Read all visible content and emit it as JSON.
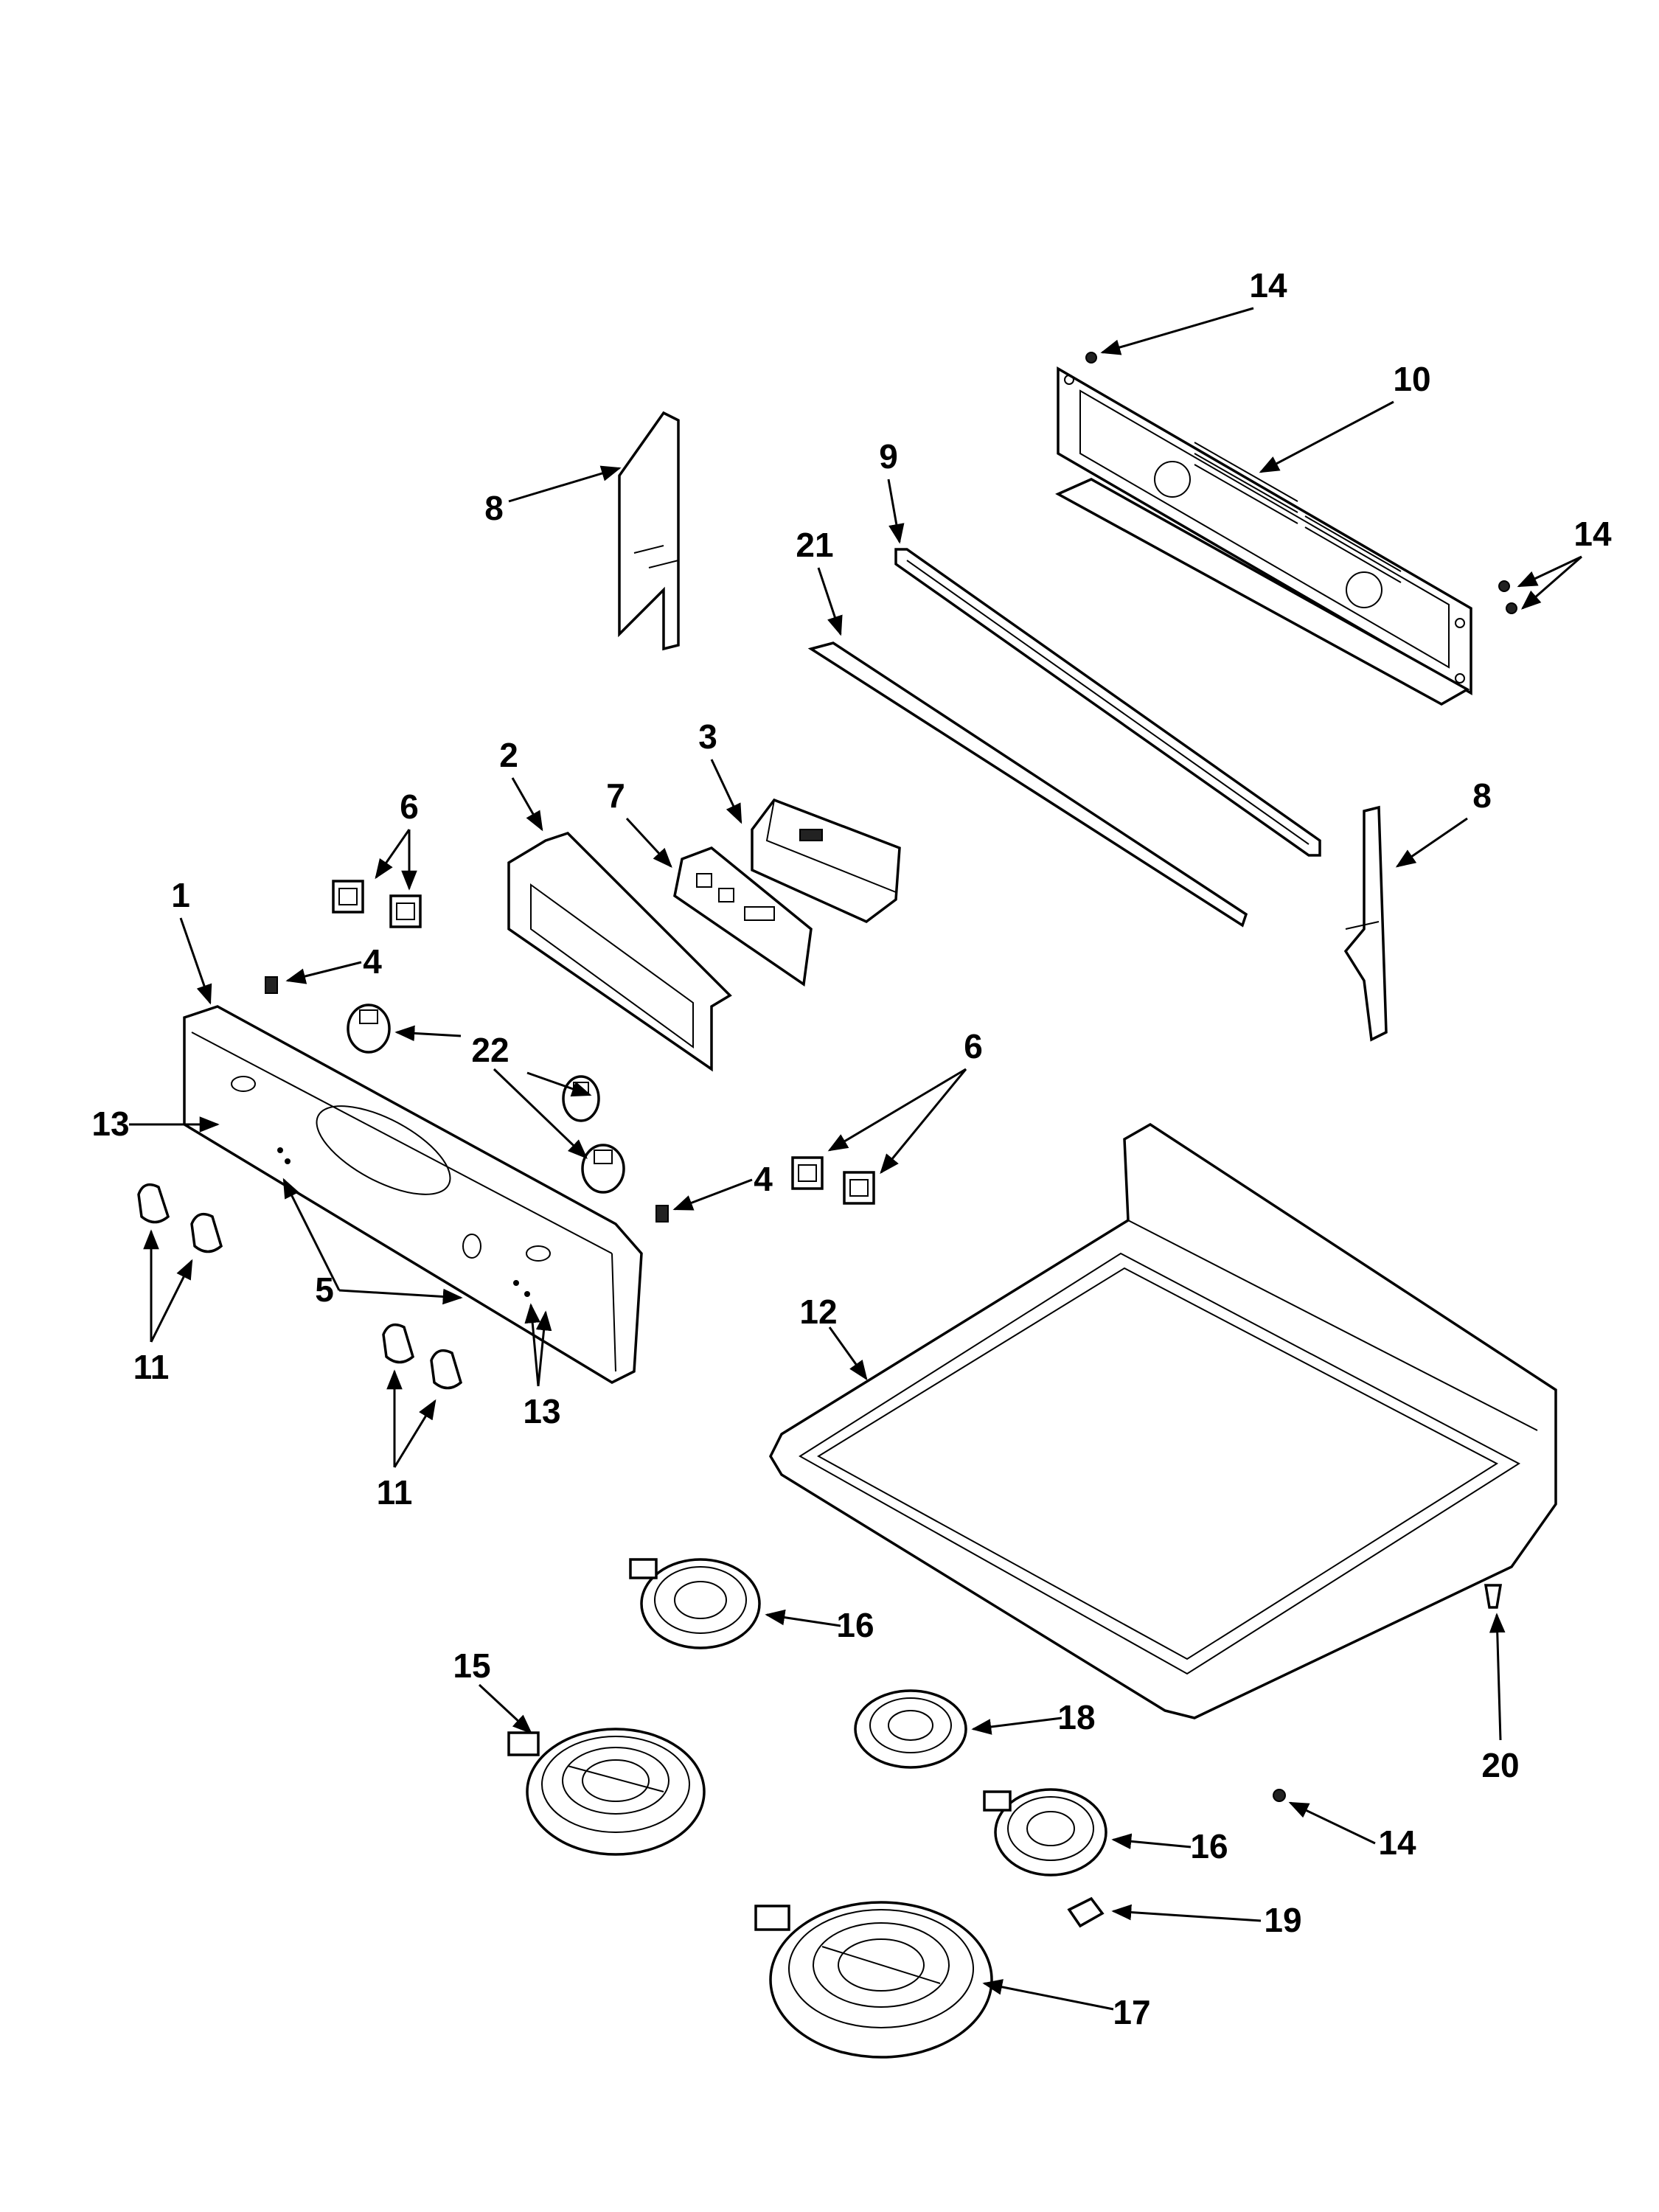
{
  "labels": {
    "p1": "1",
    "p2": "2",
    "p3": "3",
    "p4a": "4",
    "p4b": "4",
    "p5": "5",
    "p6a": "6",
    "p6b": "6",
    "p7": "7",
    "p8a": "8",
    "p8b": "8",
    "p9": "9",
    "p10": "10",
    "p11a": "11",
    "p11b": "11",
    "p12": "12",
    "p13a": "13",
    "p13b": "13",
    "p14a": "14",
    "p14b": "14",
    "p14c": "14",
    "p15": "15",
    "p16a": "16",
    "p16b": "16",
    "p17": "17",
    "p18": "18",
    "p19": "19",
    "p20": "20",
    "p21": "21",
    "p22": "22"
  }
}
